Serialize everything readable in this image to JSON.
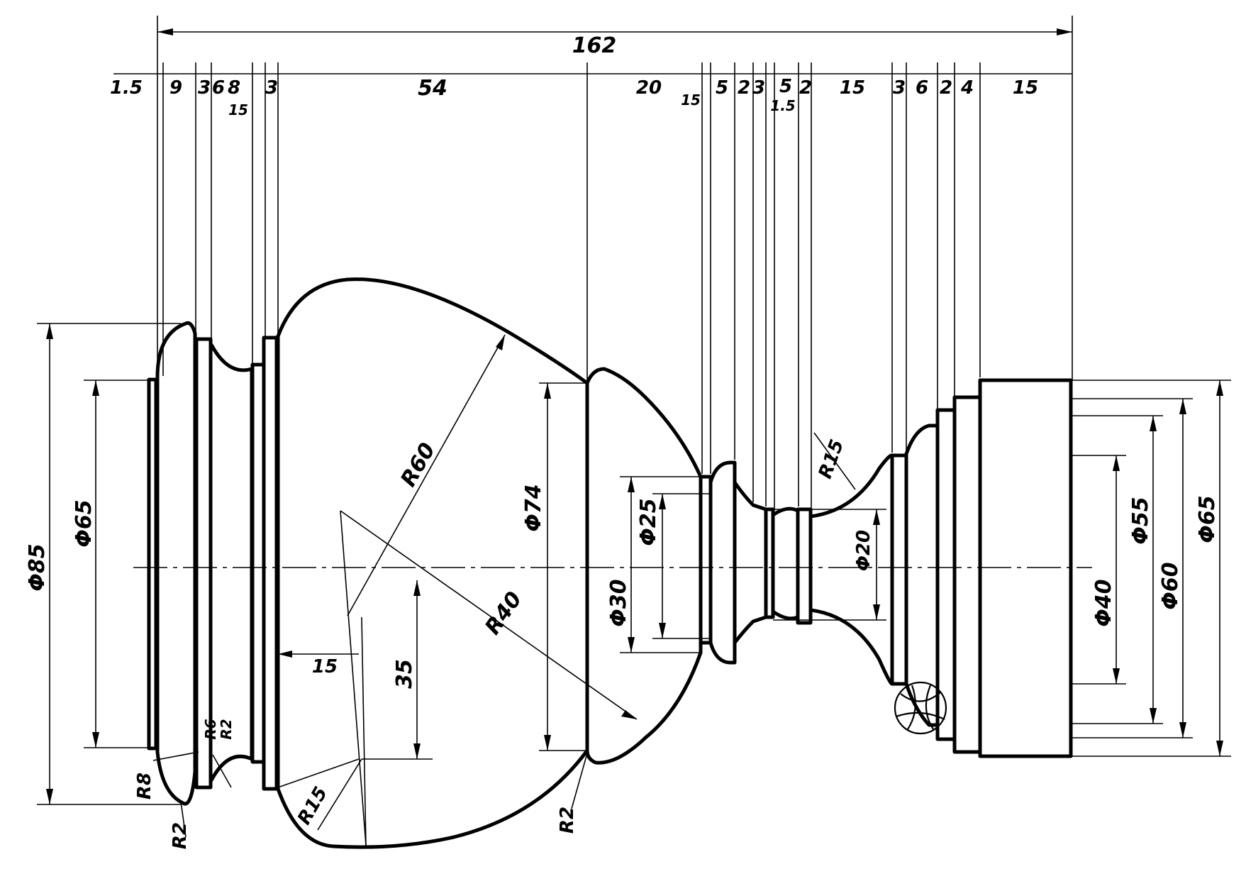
{
  "drawing": {
    "overall_length": "162",
    "segments_left": [
      "1.5",
      "9",
      "3",
      "6",
      "8",
      "15",
      "3",
      "54",
      "20"
    ],
    "segments_right": [
      "15",
      "5",
      "2",
      "3",
      "5",
      "1.5",
      "2",
      "15",
      "3",
      "6",
      "2",
      "4",
      "15"
    ],
    "diameters": {
      "d85": "Φ85",
      "d65_left": "Φ65",
      "d74": "Φ74",
      "d30": "Φ30",
      "d25": "Φ25",
      "d20": "Φ20",
      "d40": "Φ40",
      "d55": "Φ55",
      "d60": "Φ60",
      "d65_right": "Φ65"
    },
    "radii": {
      "r60": "R60",
      "r40": "R40",
      "r15_bulb": "R15",
      "r15_neck": "R15",
      "r8": "R8",
      "r2_base": "R2",
      "r6": "R6",
      "r2_groove": "R2",
      "r2_shoulder": "R2"
    },
    "dims": {
      "dist_35": "35",
      "dist_15": "15"
    },
    "ink_color": "#000000",
    "paper_color": "#ffffff"
  }
}
